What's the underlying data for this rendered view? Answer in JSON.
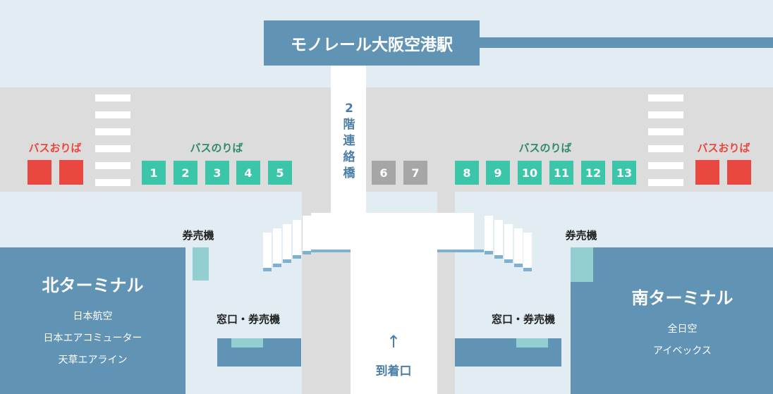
{
  "station": {
    "title": "モノレール大阪空港駅"
  },
  "bridge": {
    "label": [
      "2",
      "階",
      "連",
      "絡",
      "橋"
    ]
  },
  "bus": {
    "dropoff_label": "バスおりば",
    "pickup_label": "バスのりば",
    "stops_left": [
      "1",
      "2",
      "3",
      "4",
      "5"
    ],
    "stops_mid": [
      "6",
      "7"
    ],
    "stops_right": [
      "8",
      "9",
      "10",
      "11",
      "12",
      "13"
    ]
  },
  "north": {
    "title": "北ターミナル",
    "airlines": [
      "日本航空",
      "日本エアコミューター",
      "天草エアライン"
    ]
  },
  "south": {
    "title": "南ターミナル",
    "airlines": [
      "全日空",
      "アイベックス"
    ]
  },
  "facilities": {
    "ticket_machine": "券売機",
    "counter": "窓口・券売機"
  },
  "arrival": {
    "arrow": "↑",
    "label": "到着口"
  },
  "colors": {
    "terminal": "#6193b5",
    "pickup": "#3cc6a9",
    "dropoff": "#e8483f",
    "unused": "#a6a6a6",
    "ticket": "#93ced1"
  }
}
